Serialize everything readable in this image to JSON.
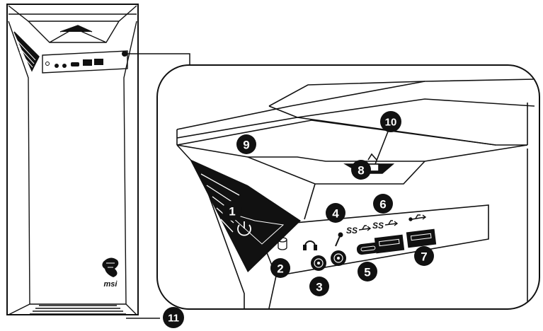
{
  "brand_text": "msi",
  "callouts": [
    {
      "id": 1,
      "label": "1"
    },
    {
      "id": 2,
      "label": "2"
    },
    {
      "id": 3,
      "label": "3"
    },
    {
      "id": 4,
      "label": "4"
    },
    {
      "id": 5,
      "label": "5"
    },
    {
      "id": 6,
      "label": "6"
    },
    {
      "id": 7,
      "label": "7"
    },
    {
      "id": 8,
      "label": "8"
    },
    {
      "id": 9,
      "label": "9"
    },
    {
      "id": 10,
      "label": "10"
    },
    {
      "id": 11,
      "label": "11"
    }
  ],
  "port_labels": {
    "ss_usb_c": "SS",
    "ss_usb_a": "SS"
  },
  "icons": [
    "power-icon",
    "hdd-led-icon",
    "headphone-icon",
    "microphone-icon",
    "usb-icon",
    "dragon-logo-icon"
  ],
  "colors": {
    "line": "#111111",
    "callout_fill": "#111111",
    "callout_text": "#ffffff",
    "port_fill": "#111111",
    "background": "#ffffff"
  }
}
